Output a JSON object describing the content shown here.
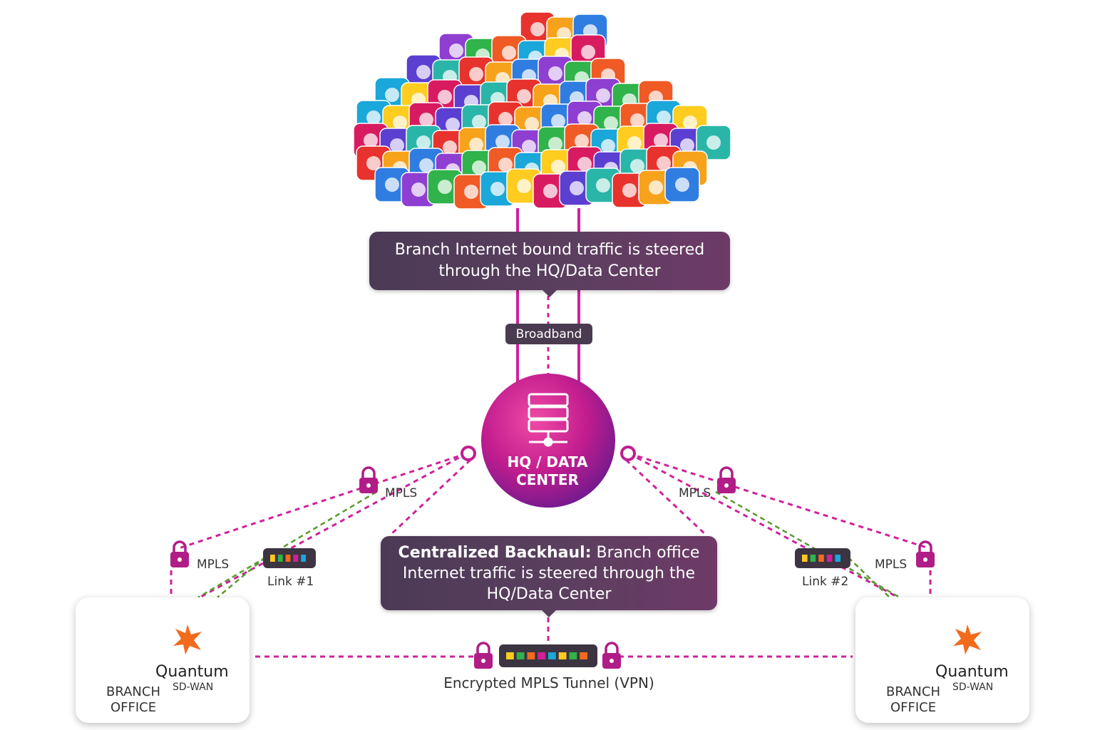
{
  "callouts": {
    "top": {
      "line1": "Branch Internet bound traffic is steered",
      "line2": "through the HQ/Data Center"
    },
    "middle": {
      "bold": "Centralized Backhaul:",
      "rest1": " Branch office",
      "line2": "Internet traffic is steered through the",
      "line3": "HQ/Data Center"
    }
  },
  "labels": {
    "broadband": "Broadband",
    "hq_line1": "HQ / DATA",
    "hq_line2": "CENTER",
    "mpls_left_upper": "MPLS",
    "mpls_left_lower": "MPLS",
    "mpls_right_upper": "MPLS",
    "mpls_right_lower": "MPLS",
    "link1": "Link #1",
    "link2": "Link #2",
    "tunnel": "Encrypted MPLS Tunnel (VPN)"
  },
  "branches": {
    "left": {
      "line1": "BRANCH",
      "line2": "OFFICE",
      "product": "Quantum",
      "subproduct": "SD-WAN"
    },
    "right": {
      "line1": "BRANCH",
      "line2": "OFFICE",
      "product": "Quantum",
      "subproduct": "SD-WAN"
    }
  },
  "colors": {
    "magenta": "#d0209a",
    "green": "#5a9a2e",
    "callout": "#523e5a",
    "hq_from": "#e8329a",
    "hq_to": "#7a1a9a",
    "orange": "#f26b1d"
  },
  "icons": [
    "cloud-of-app-icons",
    "server-rack-icon",
    "lock-icon",
    "router-icon",
    "building-icon",
    "quantum-star-icon"
  ]
}
